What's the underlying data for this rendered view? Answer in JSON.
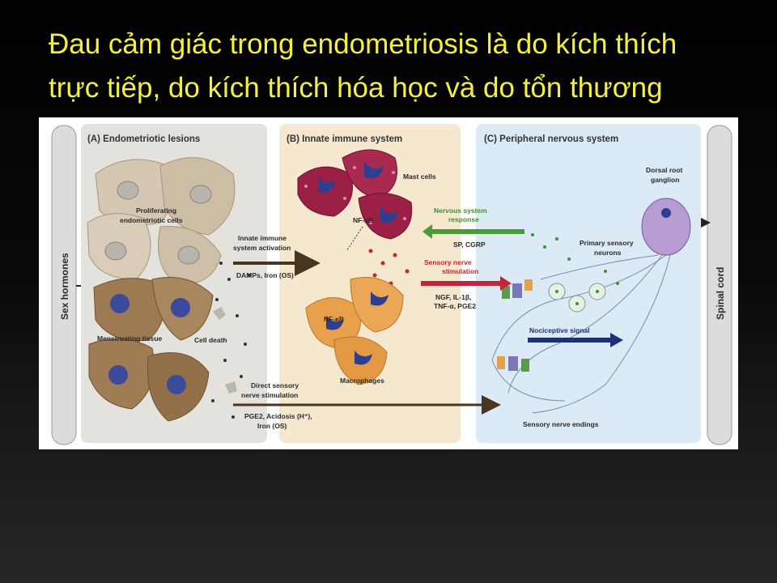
{
  "slide": {
    "title_line1": "Đau cảm giác trong endometriosis là do kích thích",
    "title_line2": "trực tiếp, do kích thích hóa học và do tổn thương"
  },
  "figure": {
    "left_bar": "Sex hormones",
    "right_bar": "Spinal cord",
    "panel_a": {
      "title": "(A)   Endometriotic lesions",
      "proliferating": [
        "Proliferating",
        "endometriotic cells"
      ],
      "menstruating": "Menstruating tissue",
      "cell_death": "Cell death"
    },
    "panel_b": {
      "title": "(B)   Innate immune system",
      "mast_cells": "Mast cells",
      "nfkb": "NF-κB",
      "macrophages": "Macrophages"
    },
    "panel_c": {
      "title": "(C)   Peripheral nervous system",
      "dorsal_root": [
        "Dorsal root",
        "ganglion"
      ],
      "primary_sensory": [
        "Primary sensory",
        "neurons"
      ],
      "sensory_nerve_endings": "Sensory nerve endings"
    },
    "arrows": {
      "innate_activation": [
        "Innate immune",
        "system activation"
      ],
      "innate_sub": "DAMPs, Iron (OS)",
      "nervous_response": [
        "Nervous system",
        "response"
      ],
      "nervous_sub": "SP, CGRP",
      "sensory_stim": [
        "Sensory nerve",
        "stimulation"
      ],
      "sensory_sub": [
        "NGF, IL-1β,",
        "TNF-α, PGE2"
      ],
      "nociceptive": "Nociceptive signal",
      "direct_stim": [
        "Direct sensory",
        "nerve stimulation"
      ],
      "direct_sub": [
        "PGE2, Acidosis (H⁺),",
        "Iron (OS)"
      ]
    },
    "colors": {
      "mast": "#9c1f45",
      "macrophage": "#e8a14a",
      "lesion": "#b59a7a",
      "nucleus": "#3b4a9a",
      "green_arrow": "#4a9a35",
      "red_arrow": "#c0263a",
      "blue_arrow": "#1f2f7a"
    }
  }
}
